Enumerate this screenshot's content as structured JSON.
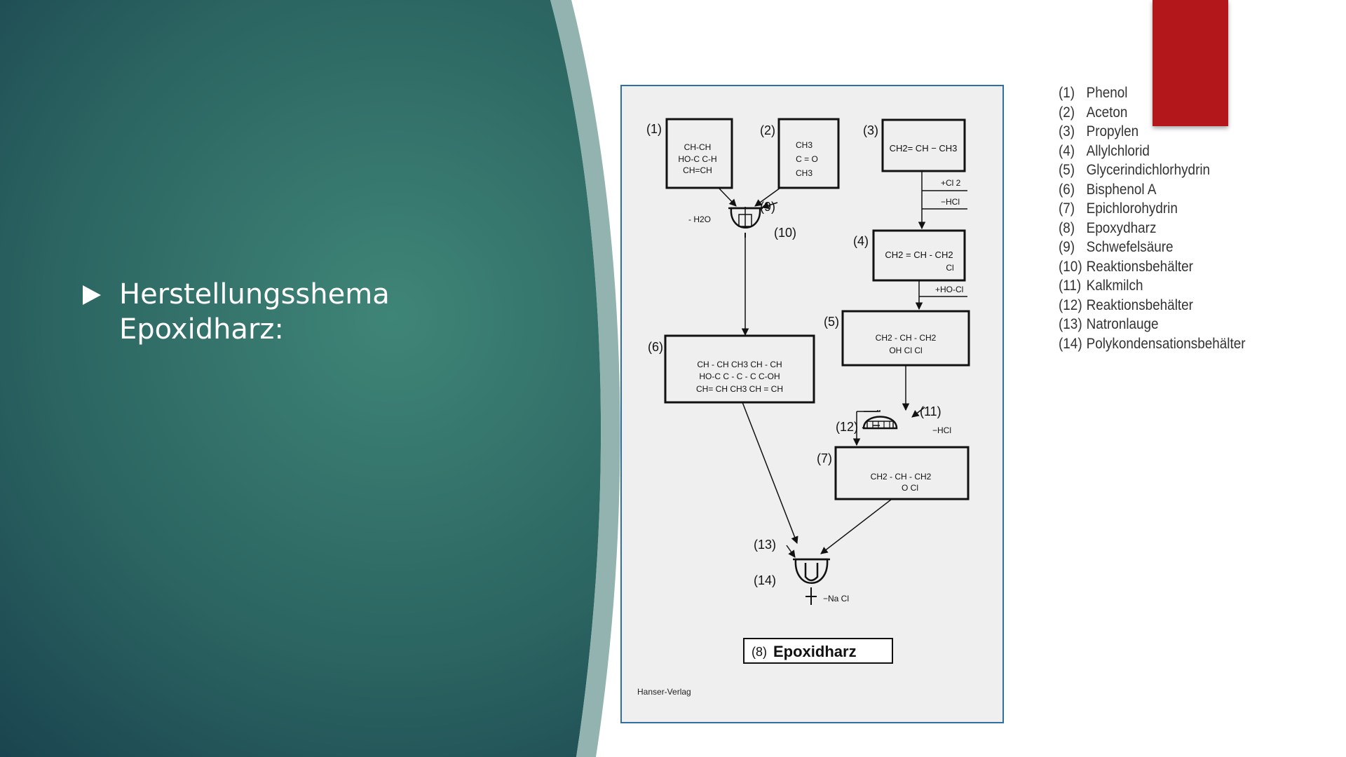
{
  "slide": {
    "heading_lines": [
      "Herstellungsshema",
      "Epoxidharz:"
    ]
  },
  "colors": {
    "panel_dark": "#17414d",
    "panel_mid": "#3e8276",
    "accent_red": "#b3161b",
    "figure_border": "#2f6fa3",
    "figure_bg": "#efefef"
  },
  "icons": {
    "bullet": "triangle-right-icon"
  },
  "figure": {
    "boxes": [
      {
        "label": "(1)",
        "lines": [
          "CH-CH",
          "HO-C      C-H",
          "CH=CH"
        ]
      },
      {
        "label": "(2)",
        "lines": [
          "CH3",
          "C = O",
          "CH3"
        ]
      },
      {
        "label": "(3)",
        "lines": [
          "CH2= CH − CH3"
        ]
      },
      {
        "label": "(4)",
        "lines": [
          "CH2 = CH - CH2",
          "Cl"
        ]
      },
      {
        "label": "(5)",
        "lines": [
          "CH2 - CH  -  CH2",
          "OH    Cl      Cl"
        ]
      },
      {
        "label": "(6)",
        "lines": [
          "CH - CH      CH3  CH - CH",
          "HO-C              C - C - C              C-OH",
          "CH= CH      CH3  CH = CH"
        ]
      },
      {
        "label": "(7)",
        "lines": [
          "CH2 - CH - CH2",
          "O          Cl"
        ]
      }
    ],
    "reagents": {
      "cl2": "+Cl 2",
      "minus_hcl_1": "−HCl",
      "plus_hocl": "+HO-Cl",
      "minus_h2o": "- H2O",
      "minus_hcl_2": "−HCl",
      "minus_nacl": "−Na Cl"
    },
    "vessel_labels": {
      "v9": "(9)",
      "v10": "(10)",
      "v11": "(11)",
      "v12": "(12) -",
      "v13": "(13)",
      "v14": "(14)"
    },
    "product_number": "(8)",
    "product_name": "Epoxidharz",
    "source": "Hanser-Verlag"
  },
  "legend": [
    {
      "num": "(1)",
      "text": "Phenol"
    },
    {
      "num": "(2)",
      "text": "Aceton"
    },
    {
      "num": "(3)",
      "text": "Propylen"
    },
    {
      "num": "(4)",
      "text": "Allylchlorid"
    },
    {
      "num": "(5)",
      "text": "Glycerindichlorhydrin"
    },
    {
      "num": "(6)",
      "text": "Bisphenol A"
    },
    {
      "num": "(7)",
      "text": "Epichlorohydrin"
    },
    {
      "num": "(8)",
      "text": "Epoxydharz"
    },
    {
      "num": "(9)",
      "text": "Schwefelsäure"
    },
    {
      "num": "(10)",
      "text": "Reaktionsbehälter"
    },
    {
      "num": "(11)",
      "text": "Kalkmilch"
    },
    {
      "num": "(12)",
      "text": "Reaktionsbehälter"
    },
    {
      "num": "(13)",
      "text": "Natronlauge"
    },
    {
      "num": "(14)",
      "text": "Polykondensationsbehälter"
    }
  ]
}
